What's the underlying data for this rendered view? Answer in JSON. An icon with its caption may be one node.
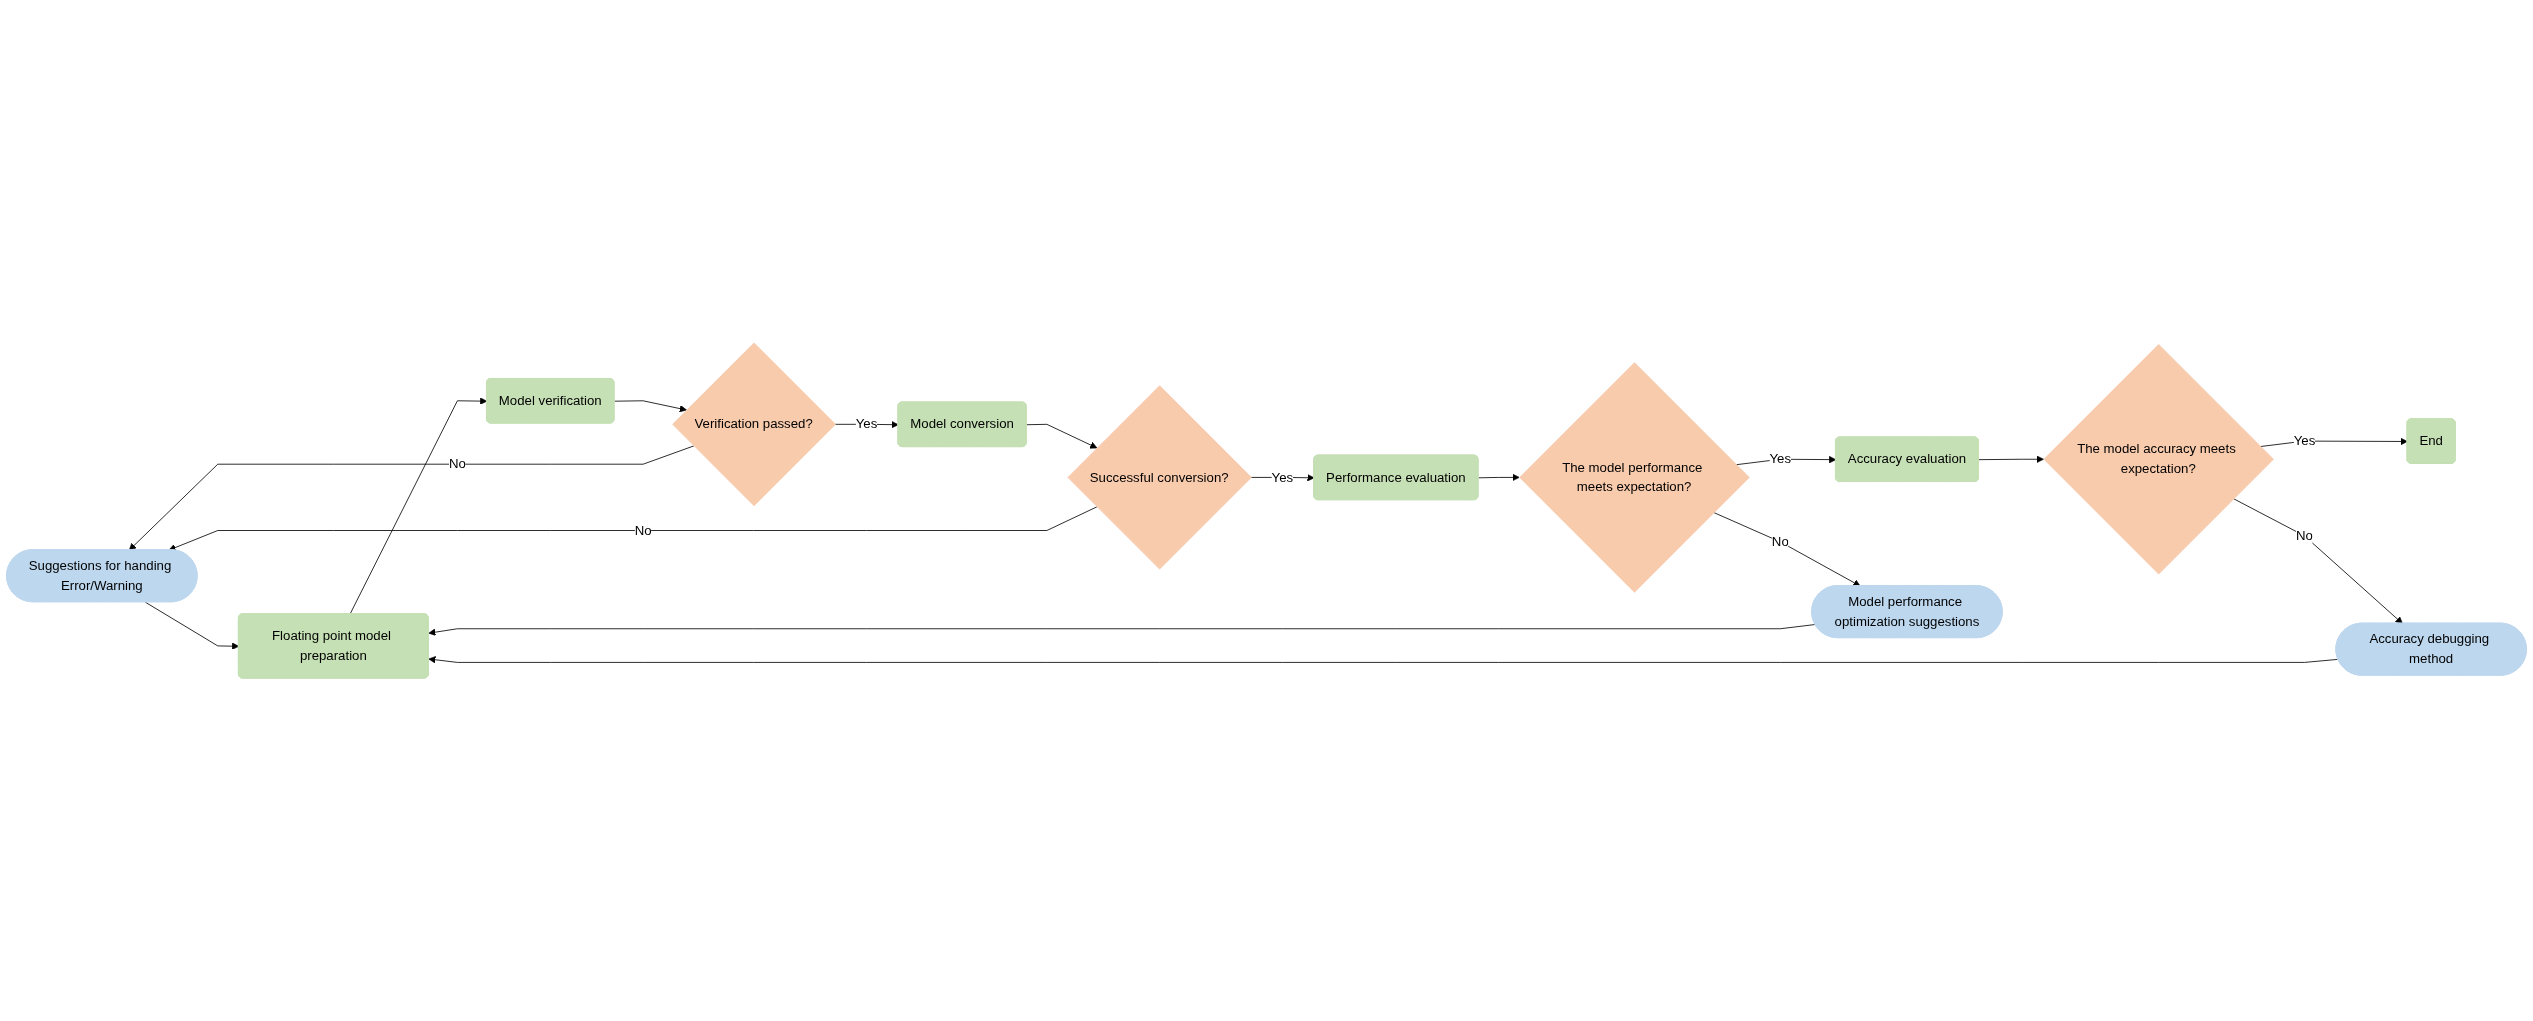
{
  "diagram": {
    "nodes": [
      {
        "text": [
          "Suggestions for handing Error/Warning"
        ]
      },
      {
        "text": [
          "Floating point model preparation"
        ]
      },
      {
        "text": [
          "Model verification"
        ]
      },
      {
        "text": [
          "Verification passed?"
        ]
      },
      {
        "text": [
          "Model conversion"
        ]
      },
      {
        "text": [
          "Successful conversion?"
        ]
      },
      {
        "text": [
          "Accuracy debugging method"
        ]
      },
      {
        "text": [
          "End"
        ]
      },
      {
        "text": [
          "The model accuracy meets expectation?"
        ]
      },
      {
        "text": [
          "Accuracy evaluation"
        ]
      },
      {
        "text": [
          "The model performance meets expectation?"
        ]
      },
      {
        "text": [
          "Performance evaluation"
        ]
      },
      {
        "text": [
          "Model performance optimization suggestions"
        ]
      }
    ],
    "edges": [
      {
        "from": 0,
        "to": 1,
        "arrow": "to"
      },
      {
        "from": 1,
        "to": 2,
        "arrow": "to"
      },
      {
        "from": 2,
        "to": 3,
        "arrow": "to"
      },
      {
        "from": 3,
        "to": 4,
        "arrow": "to",
        "label": "Yes"
      },
      {
        "from": 3,
        "to": 0,
        "arrow": "to",
        "label": "No"
      },
      {
        "from": 4,
        "to": 5,
        "arrow": "to"
      },
      {
        "from": 5,
        "to": 0,
        "arrow": "to",
        "label": "No"
      },
      {
        "from": 5,
        "to": 11,
        "arrow": "to",
        "label": "Yes"
      },
      {
        "from": 11,
        "to": 10,
        "arrow": "to"
      },
      {
        "from": 10,
        "to": 9,
        "arrow": "to",
        "label": "Yes"
      },
      {
        "from": 10,
        "to": 12,
        "arrow": "to",
        "label": "No"
      },
      {
        "from": 9,
        "to": 8,
        "arrow": "to"
      },
      {
        "from": 8,
        "to": 7,
        "arrow": "to",
        "label": "Yes"
      },
      {
        "from": 8,
        "to": 6,
        "arrow": "to",
        "label": "No"
      },
      {
        "from": 6,
        "to": 1,
        "arrow": "to"
      },
      {
        "from": 12,
        "to": 1,
        "arrow": "to"
      }
    ]
  }
}
